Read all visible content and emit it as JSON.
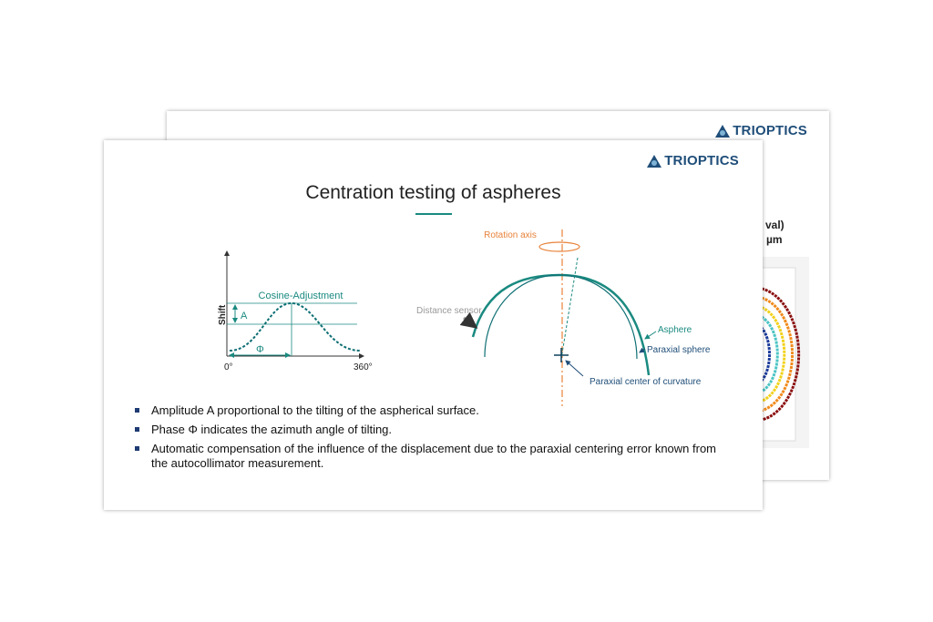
{
  "back_slide": {
    "logo": "TRIOPTICS",
    "heading_fragment_1": "val)",
    "heading_fragment_2": "µm"
  },
  "front_slide": {
    "logo": "TRIOPTICS",
    "title": "Centration testing of aspheres",
    "cosine_plot": {
      "label": "Cosine-Adjustment",
      "y_axis": "Shift",
      "amplitude": "A",
      "phase": "Φ",
      "x_start": "0°",
      "x_end": "360°"
    },
    "asphere_diagram": {
      "rotation_axis": "Rotation axis",
      "distance_sensor": "Distance sensor",
      "asphere": "Asphere",
      "paraxial_sphere": "Paraxial sphere",
      "center": "Paraxial center of curvature"
    },
    "bullets": [
      "Amplitude A proportional to the tilting of the aspherical surface.",
      "Phase Φ indicates the azimuth angle of tilting.",
      "Automatic compensation of the influence of the displacement due to the paraxial centering error known from the autocollimator measurement."
    ]
  },
  "colors": {
    "teal": "#1a8a80",
    "navy": "#1f4e79",
    "orange": "#e8833a"
  }
}
